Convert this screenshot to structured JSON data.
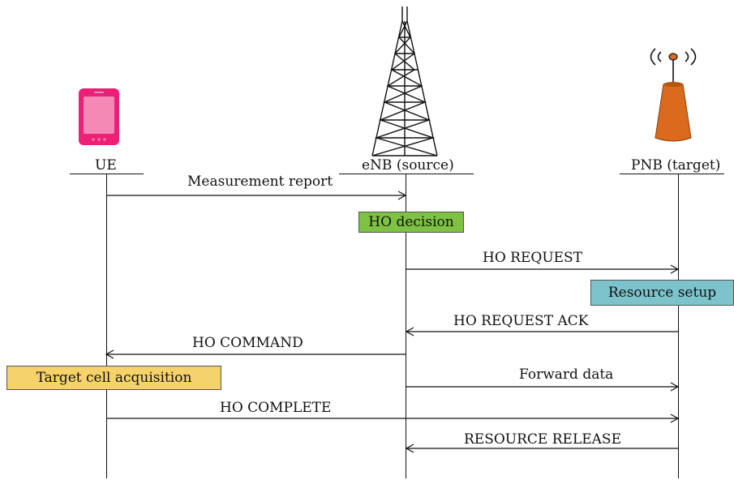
{
  "entities": {
    "ue": "UE",
    "enb": "eNB (source)",
    "pnb": "PNB (target)"
  },
  "messages": {
    "m1": "Measurement report",
    "m2": "HO REQUEST",
    "m3": "HO REQUEST ACK",
    "m4": "HO COMMAND",
    "m5": "Forward data",
    "m6": "HO COMPLETE",
    "m7": "RESOURCE RELEASE"
  },
  "boxes": {
    "ho_decision": "HO decision",
    "resource_setup": "Resource setup",
    "target_cell": "Target cell acquisition"
  },
  "colors": {
    "ho_decision": "#7dc242",
    "resource_setup": "#7cc3cc",
    "target_cell": "#f5d26a",
    "phone": "#ee1f76",
    "pnb_body": "#d96a1e"
  }
}
